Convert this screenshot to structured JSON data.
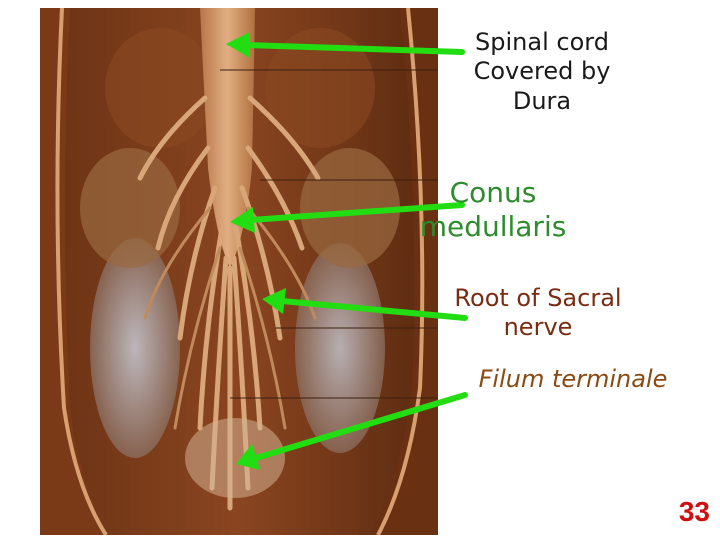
{
  "labels": {
    "spinal_cord_line1": "Spinal cord",
    "spinal_cord_line2": "Covered by",
    "spinal_cord_line3": "Dura",
    "conus_line1": "Conus",
    "conus_line2": "medullaris",
    "root_line1": "Root of Sacral",
    "root_line2": "nerve",
    "filum": "Filum terminale"
  },
  "slide_number": "33",
  "colors": {
    "arrow": "#22dd11",
    "slide_number": "#d01010",
    "conus_text": "#2e8b2e",
    "root_text": "#7a2c12",
    "filum_text": "#8a4a12"
  }
}
